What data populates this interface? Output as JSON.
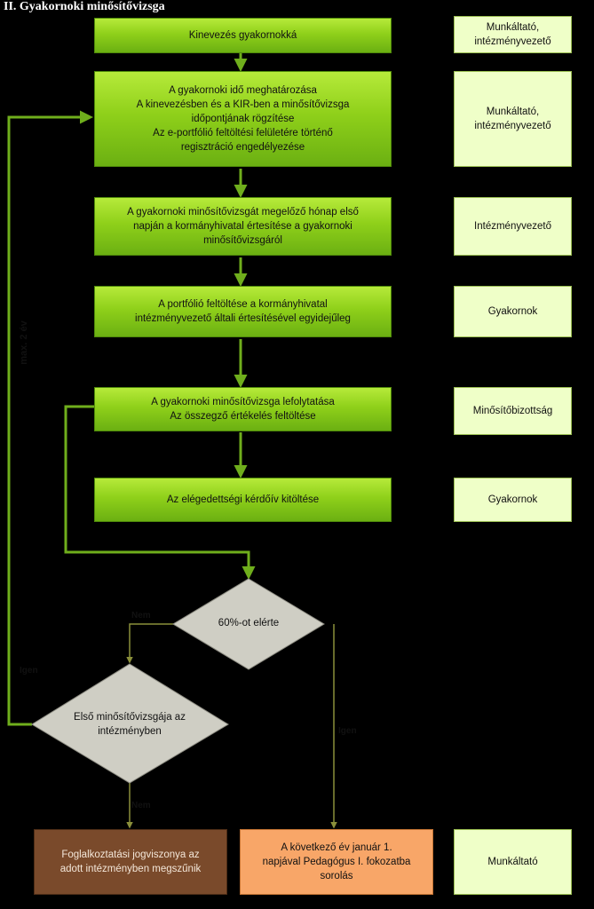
{
  "title": "II. Gyakornoki minősítővizsga",
  "steps": [
    {
      "text": "Kinevezés gyakornokká",
      "role": "Munkáltató,\nintézményvezető"
    },
    {
      "text": "A gyakornoki idő meghatározása\nA kinevezésben és a KIR-ben a minősítővizsga\nidőpontjának rögzítése\nAz e-portfólió feltöltési felületére történő\nregisztráció engedélyezése",
      "role": "Munkáltató,\nintézményvezető"
    },
    {
      "text": "A gyakornoki minősítővizsgát megelőző hónap első\nnapján a kormányhivatal értesítése a gyakornoki\nminősítővizsgáról",
      "role": "Intézményvezető"
    },
    {
      "text": "A portfólió feltöltése a kormányhivatal\nintézményvezető általi értesítésével egyidejűleg",
      "role": "Gyakornok"
    },
    {
      "text": "A gyakornoki minősítővizsga lefolytatása\nAz összegző értékelés feltöltése",
      "role": "Minősítőbizottság"
    },
    {
      "text": "Az elégedettségi kérdőív kitöltése",
      "role": "Gyakornok"
    }
  ],
  "decision1": "60%-ot elérte",
  "decision2": "Első minősítővizsgája az\nintézményben",
  "outcome_terminate": "Foglalkoztatási jogviszonya az\nadott intézményben megszűnik",
  "outcome_promote": "A következő év január 1.\nnapjával Pedagógus I. fokozatba\nsorolás",
  "outcome_role": "Munkáltató",
  "labels": {
    "max2": "max. 2 év",
    "nem1": "Nem",
    "igen1": "Igen",
    "igen2": "Igen",
    "nem2": "Nem"
  }
}
